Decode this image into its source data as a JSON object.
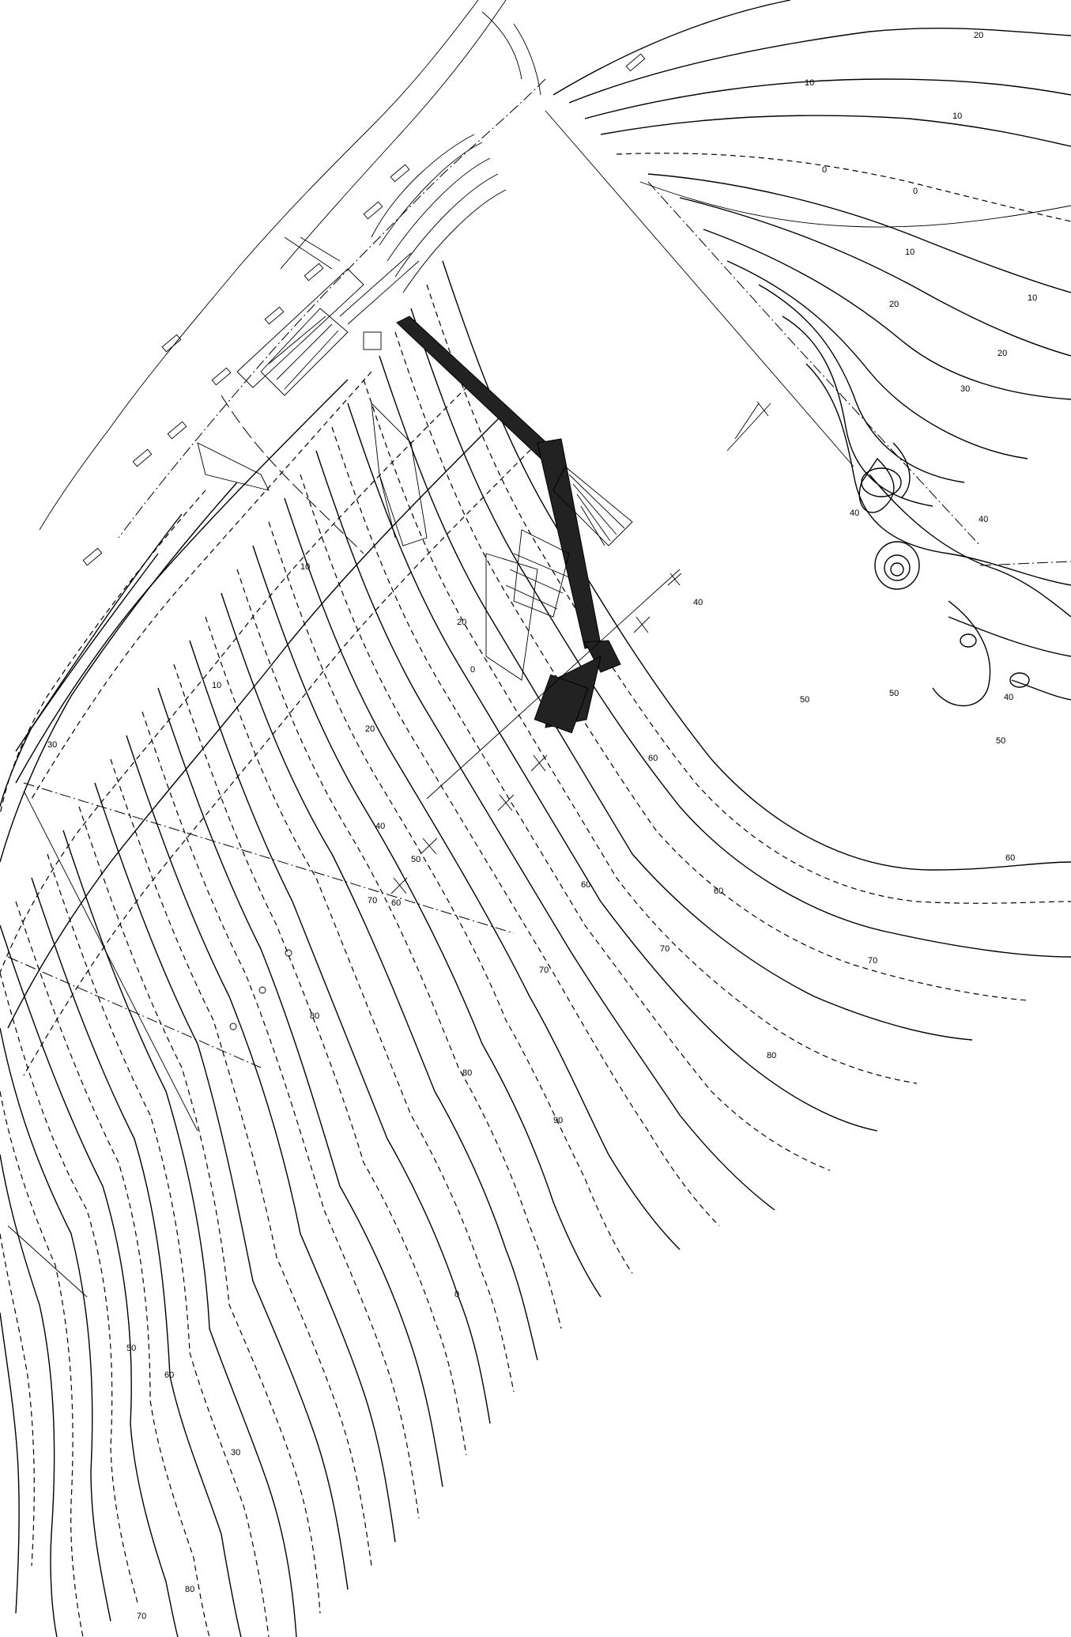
{
  "drawing": {
    "type": "topographic-site-plan",
    "background_color": "#ffffff",
    "line_color": "#000000",
    "pier_fill": "#222222"
  },
  "contour_labels": [
    {
      "id": "lbl-top-20",
      "text": "20"
    },
    {
      "id": "lbl-top-10",
      "text": "10"
    },
    {
      "id": "lbl-top-10b",
      "text": "10"
    },
    {
      "id": "lbl-top-0",
      "text": "0"
    },
    {
      "id": "lbl-top-0b",
      "text": "0"
    },
    {
      "id": "lbl-10a",
      "text": "10"
    },
    {
      "id": "lbl-10b",
      "text": "10"
    },
    {
      "id": "lbl-20a",
      "text": "20"
    },
    {
      "id": "lbl-20b",
      "text": "20"
    },
    {
      "id": "lbl-30a",
      "text": "30"
    },
    {
      "id": "lbl-40a",
      "text": "40"
    },
    {
      "id": "lbl-40b",
      "text": "40"
    },
    {
      "id": "lbl-40c",
      "text": "40"
    },
    {
      "id": "lbl-40d",
      "text": "40"
    },
    {
      "id": "lbl-50a",
      "text": "50"
    },
    {
      "id": "lbl-50b",
      "text": "50"
    },
    {
      "id": "lbl-50c",
      "text": "50"
    },
    {
      "id": "lbl-60a",
      "text": "60"
    },
    {
      "id": "lbl-60b",
      "text": "60"
    },
    {
      "id": "lbl-60c",
      "text": "60"
    },
    {
      "id": "lbl-60d",
      "text": "60"
    },
    {
      "id": "lbl-70a",
      "text": "70"
    },
    {
      "id": "lbl-70b",
      "text": "70"
    },
    {
      "id": "lbl-70c",
      "text": "70"
    },
    {
      "id": "lbl-80a",
      "text": "80"
    },
    {
      "id": "lbl-80b",
      "text": "80"
    },
    {
      "id": "lbl-90a",
      "text": "90"
    },
    {
      "id": "lbl-0-left",
      "text": "0"
    },
    {
      "id": "lbl-10-left",
      "text": "10"
    },
    {
      "id": "lbl-20-left",
      "text": "20"
    },
    {
      "id": "lbl-0-left2",
      "text": "0"
    },
    {
      "id": "lbl-10-left2",
      "text": "10"
    },
    {
      "id": "lbl-20-left2",
      "text": "20"
    },
    {
      "id": "lbl-30-left",
      "text": "30"
    },
    {
      "id": "lbl-40-left",
      "text": "40"
    },
    {
      "id": "lbl-50-left",
      "text": "50"
    },
    {
      "id": "lbl-60-left",
      "text": "60"
    },
    {
      "id": "lbl-70-left",
      "text": "70"
    },
    {
      "id": "lbl-80-left",
      "text": "80"
    },
    {
      "id": "lbl-30-bottom",
      "text": "30"
    },
    {
      "id": "lbl-80-bottom",
      "text": "80"
    },
    {
      "id": "lbl-70-bottom",
      "text": "70"
    },
    {
      "id": "lbl-60-bottom",
      "text": "60"
    },
    {
      "id": "lbl-50-bottom",
      "text": "50"
    }
  ]
}
